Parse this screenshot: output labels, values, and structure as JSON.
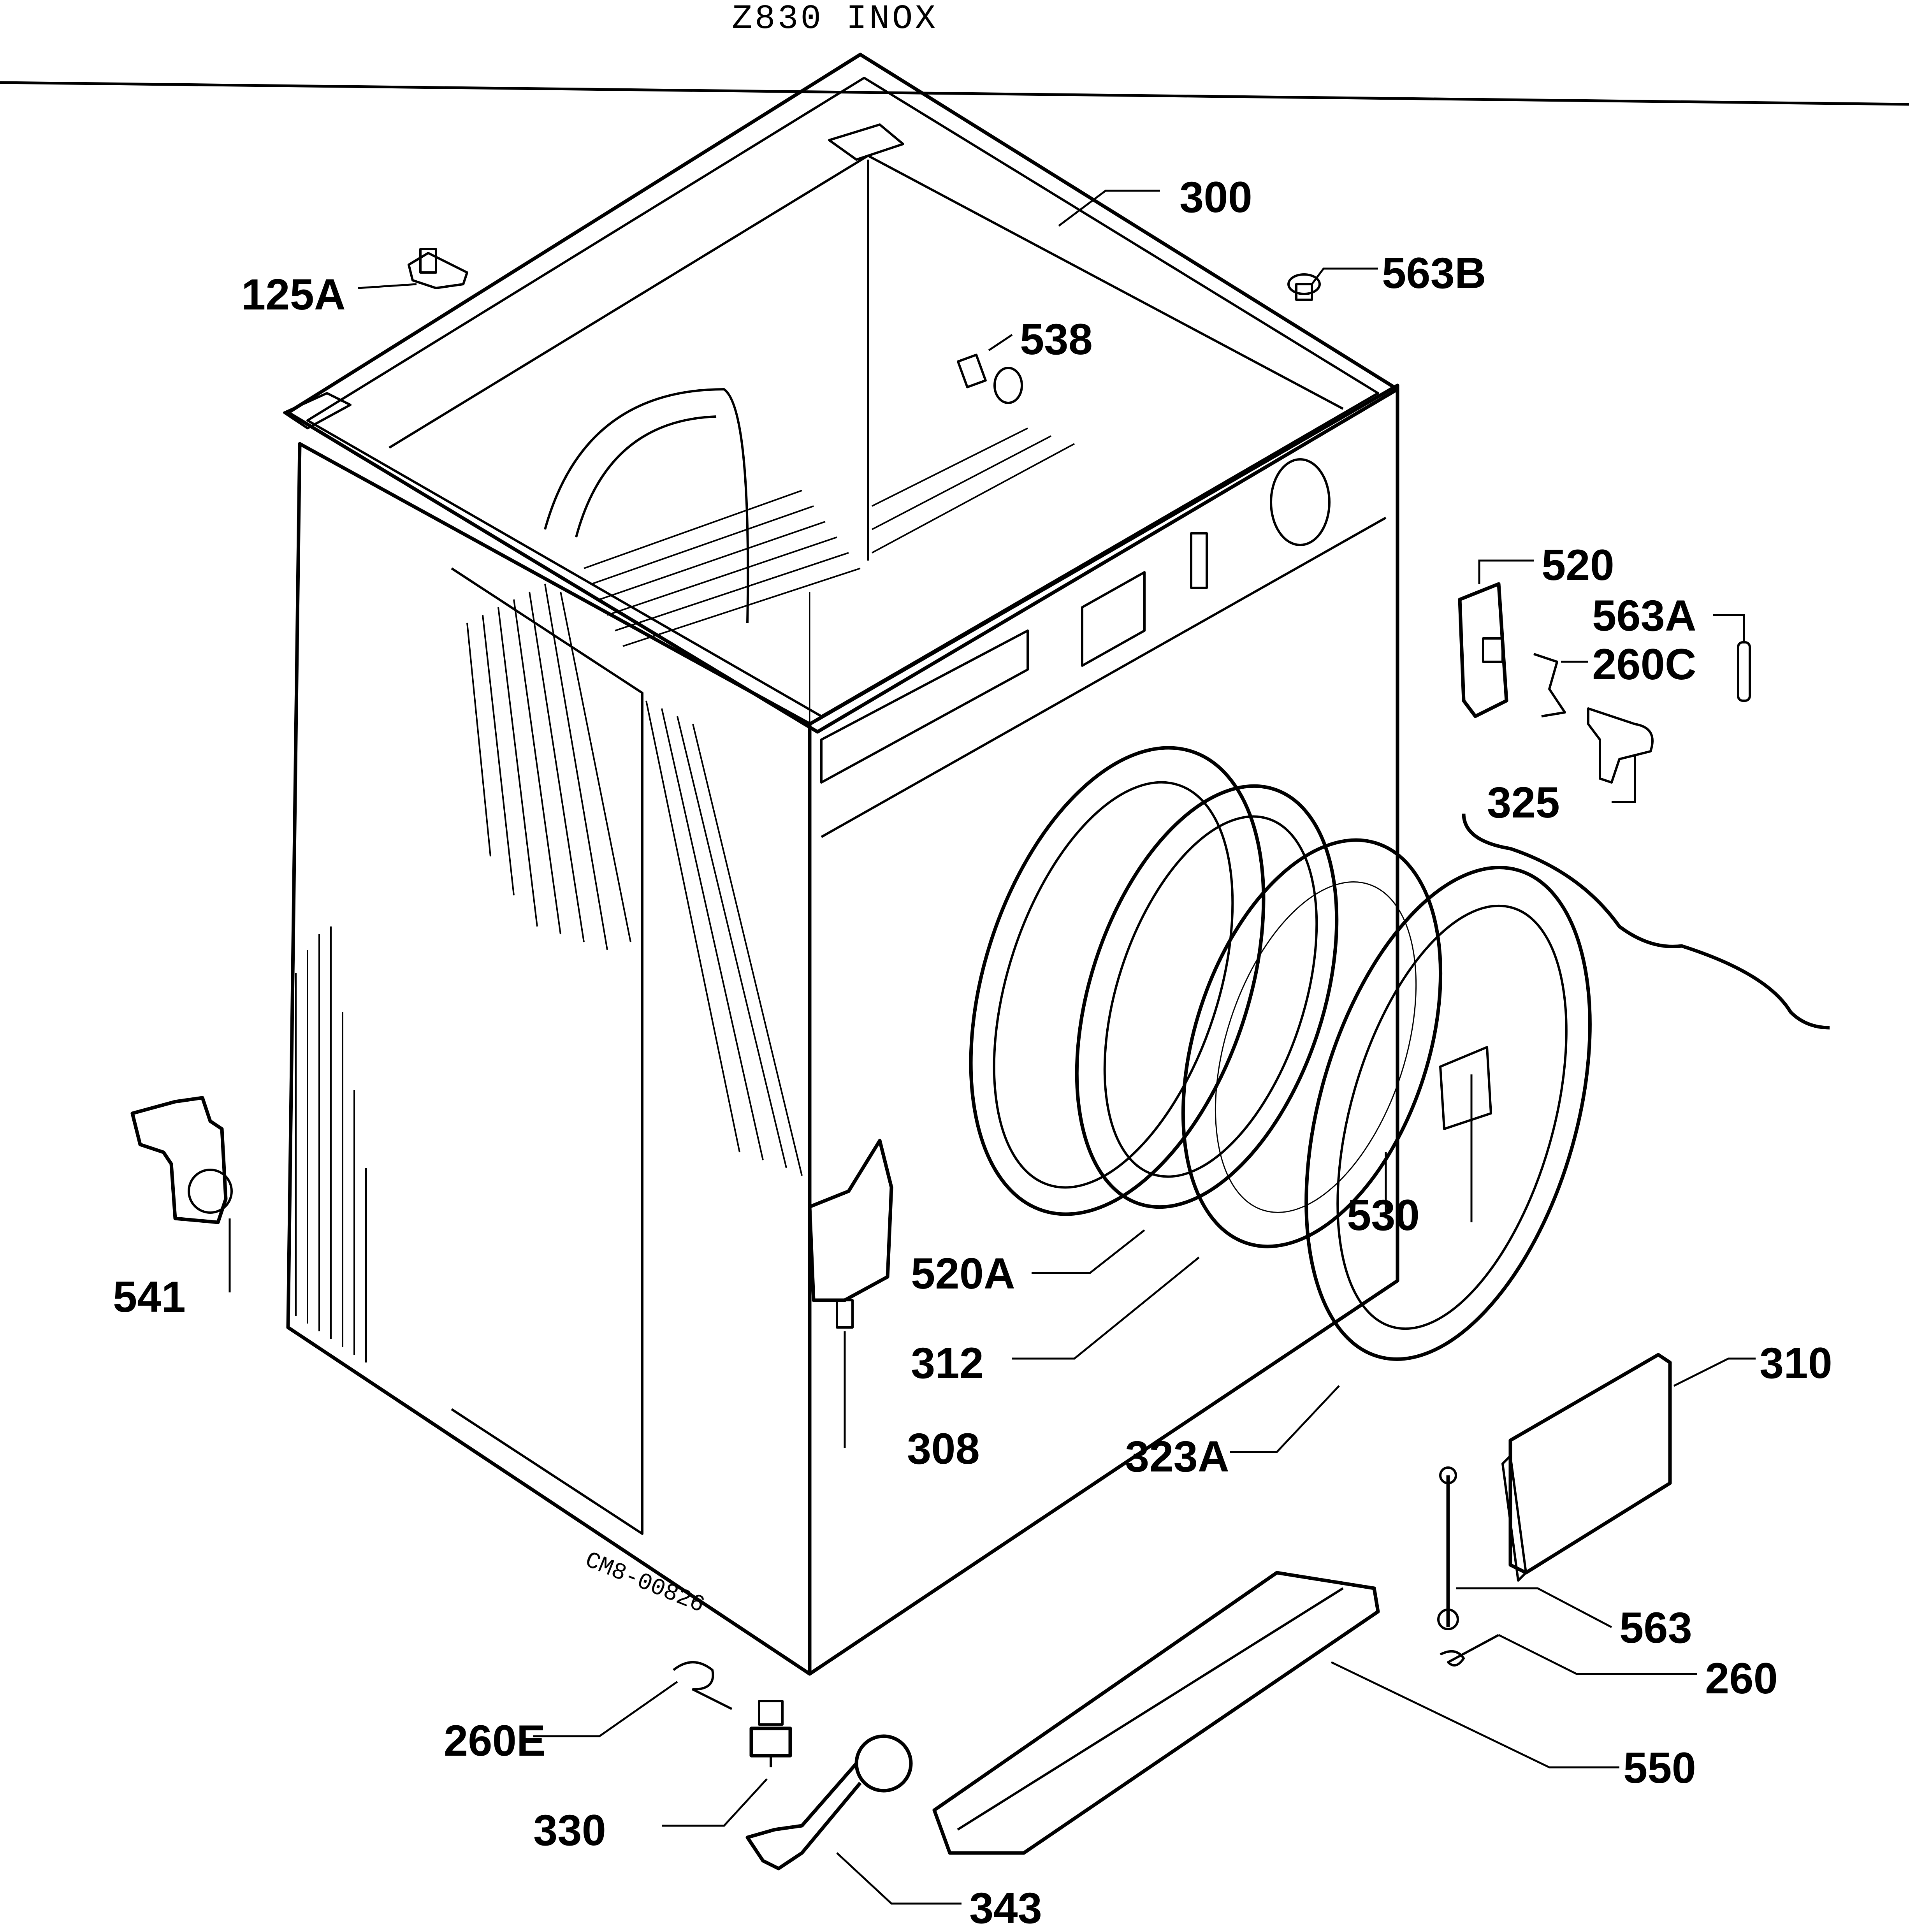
{
  "title": "Z830 INOX",
  "drawing_code": "CM8-00826",
  "labels": {
    "p300": "300",
    "p125a": "125A",
    "p563b": "563B",
    "p538": "538",
    "p520": "520",
    "p563a": "563A",
    "p260c": "260C",
    "p325": "325",
    "p541": "541",
    "p530": "530",
    "p520a": "520A",
    "p312": "312",
    "p308": "308",
    "p323a": "323A",
    "p310": "310",
    "p563": "563",
    "p260": "260",
    "p550": "550",
    "p260e": "260E",
    "p330": "330",
    "p343": "343"
  }
}
